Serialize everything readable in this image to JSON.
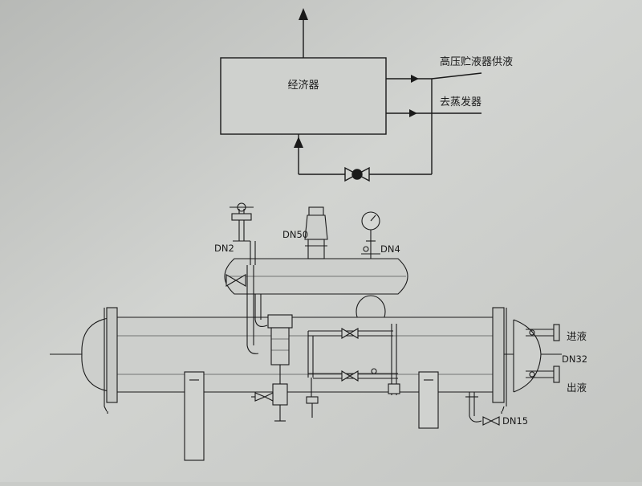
{
  "schematic": {
    "economizer_label": "经济器",
    "supply_label": "高压贮液器供液",
    "evaporator_label": "去蒸发器"
  },
  "vessel": {
    "dn50_label": "DN50",
    "dn2_label": "DN2",
    "dn4_label": "DN4",
    "inlet_label": "进液",
    "dn32_label": "DN32",
    "outlet_label": "出液",
    "dn15_label": "DN15"
  },
  "colors": {
    "paper": "#c9cbc8",
    "ink": "#1a1a1a"
  }
}
